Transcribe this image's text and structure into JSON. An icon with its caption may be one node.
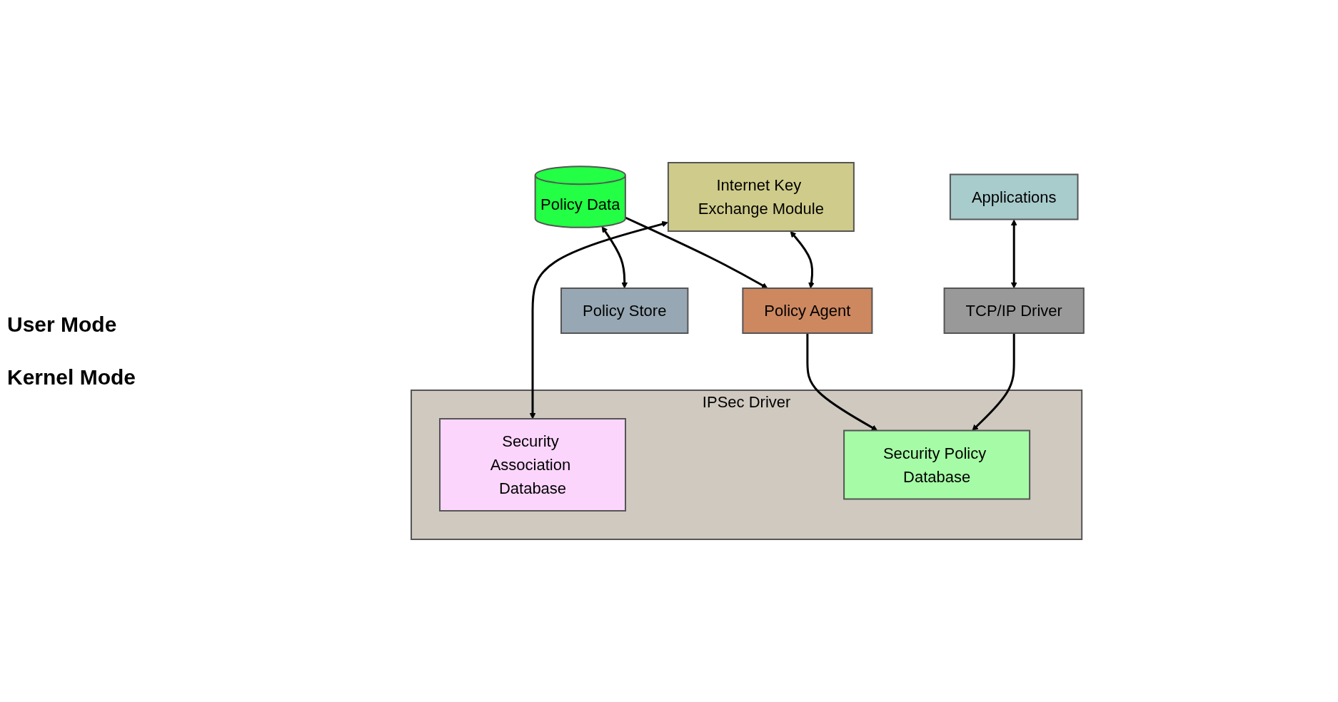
{
  "diagram": {
    "nodes": [
      {
        "text": [
          "Policy Data"
        ]
      },
      {
        "text": [
          "Internet Key Exchange Module"
        ]
      },
      {
        "text": [
          "Policy Agent"
        ]
      },
      {
        "text": [
          "Policy Store"
        ]
      },
      {
        "text": [
          "Applications"
        ]
      },
      {
        "text": [
          "IPSec Driver"
        ]
      },
      {
        "text": [
          "Security Association Database"
        ],
        "in": 5
      },
      {
        "text": [
          "Security Policy Database"
        ],
        "in": 5
      },
      {
        "text": [
          "TCP/IP Driver"
        ]
      }
    ],
    "edges": [
      {
        "from": 0,
        "to": 2,
        "arrow": "to"
      },
      {
        "from": 0,
        "to": 3,
        "arrow": "both"
      },
      {
        "from": 1,
        "to": 2,
        "arrow": "both"
      },
      {
        "from": 1,
        "to": 6,
        "arrow": "both"
      },
      {
        "from": 2,
        "to": 7,
        "arrow": "to"
      },
      {
        "from": 4,
        "to": 8,
        "arrow": "both"
      },
      {
        "from": 8,
        "to": 7,
        "arrow": "to"
      }
    ],
    "labels": [
      "User Mode",
      "Kernel Mode"
    ]
  }
}
